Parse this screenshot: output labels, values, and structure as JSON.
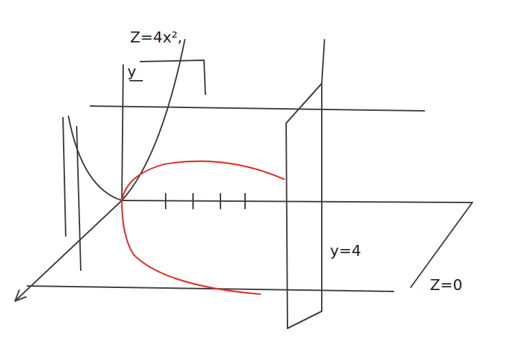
{
  "diagram": {
    "labels": [
      "Z=4x²,",
      "y",
      "y=4",
      "Z=0"
    ]
  }
}
